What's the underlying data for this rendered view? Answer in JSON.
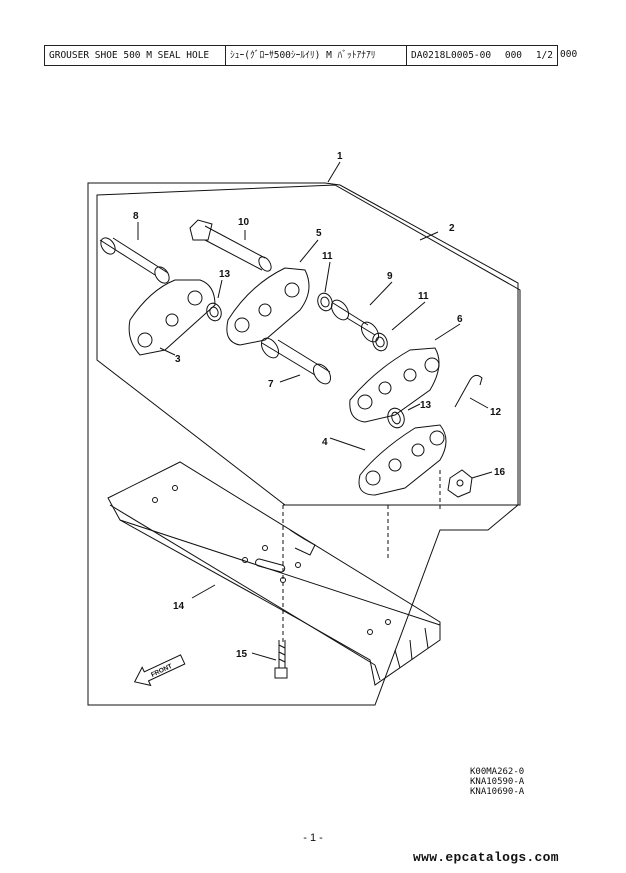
{
  "header": {
    "part_name": "GROUSER SHOE 500 M SEAL HOLE",
    "part_name_jp": "ｼｭｰ(ｸﾞﾛｰｻ500ｼｰﾙｲﾘ) M ﾊﾞｯﾄｱﾅｱﾘ",
    "page_code": "DA0218L0005-00",
    "seq": "000",
    "page_fraction": "1/2",
    "extra": "000"
  },
  "callouts": [
    "1",
    "2",
    "3",
    "4",
    "5",
    "6",
    "7",
    "8",
    "9",
    "10",
    "11",
    "11",
    "12",
    "13",
    "13",
    "14",
    "15",
    "16"
  ],
  "front_label": "FRONT",
  "drawing_codes": [
    "K00MA262-0",
    "KNA10590-A",
    "KNA10690-A"
  ],
  "page_number": "- 1 -",
  "watermark": "www.epcatalogs.com"
}
